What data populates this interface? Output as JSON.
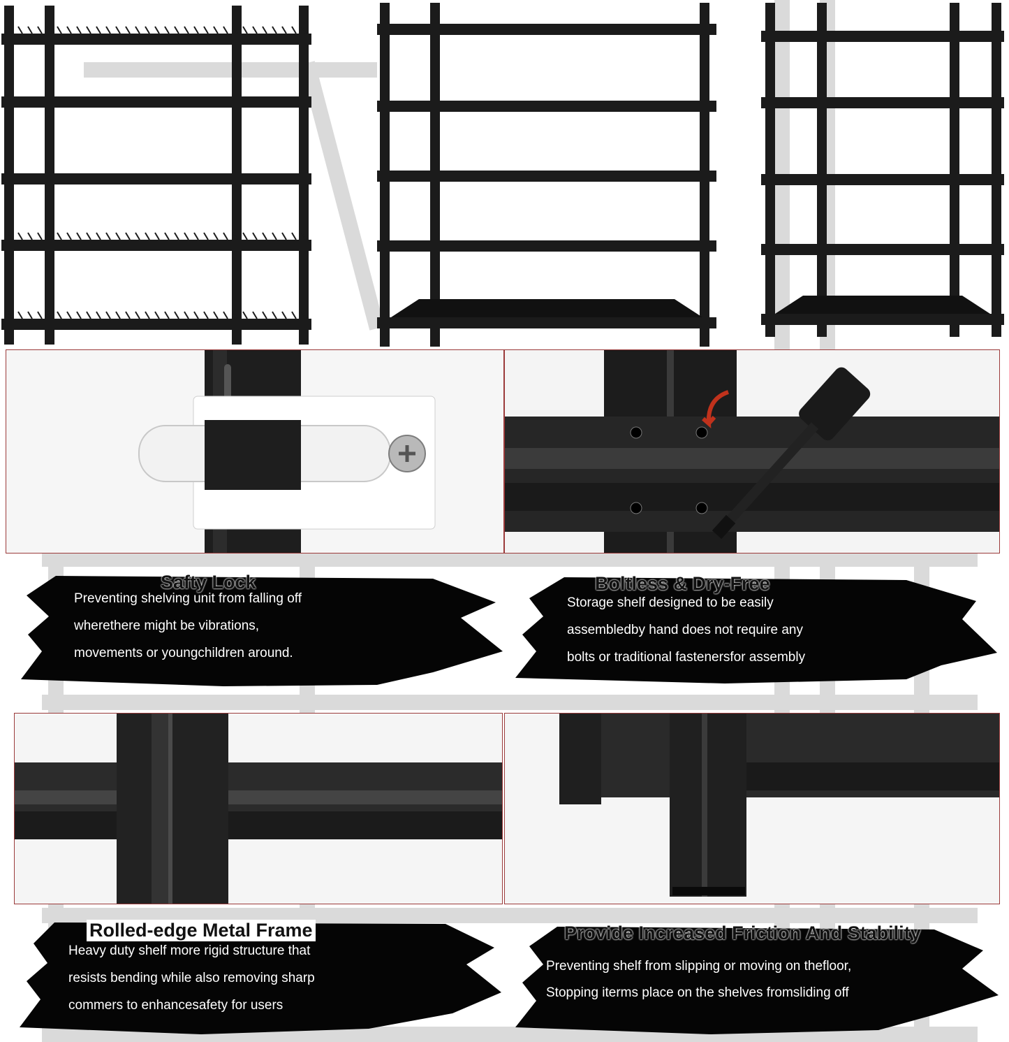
{
  "colors": {
    "frame": "#1b1b1b",
    "beam": "#2a2a2a",
    "panel_border": "#9b3a3a",
    "arrow": "#c0321c",
    "ghost": "#d9d9d9"
  },
  "products": [
    {
      "name": "wire-shelf-unit"
    },
    {
      "name": "solid-shelf-unit"
    },
    {
      "name": "corner-shelf-unit"
    }
  ],
  "features": [
    {
      "title": "Safty Lock",
      "lines": [
        "Preventing shelving unit from falling off",
        "wherethere might be vibrations,",
        "movements or youngchildren around."
      ]
    },
    {
      "title": "Boltless & Dry-Free",
      "lines": [
        "Storage shelf designed to be easily",
        "assembledby hand does not require any",
        "bolts or traditional fastenersfor assembly"
      ]
    },
    {
      "title": "Rolled-edge Metal Frame",
      "lines": [
        "Heavy duty shelf more rigid structure that",
        "resists bending while also removing sharp",
        "commers to enhancesafety for users"
      ]
    },
    {
      "title": "Provide Increased Friction And Stability",
      "lines": [
        "Preventing shelf from slipping or moving on thefloor,",
        "Stopping iterms place on the shelves fromsliding off"
      ]
    }
  ],
  "icons": [
    "safety-lock-clip-icon",
    "mallet-icon",
    "red-arrow-icon"
  ]
}
